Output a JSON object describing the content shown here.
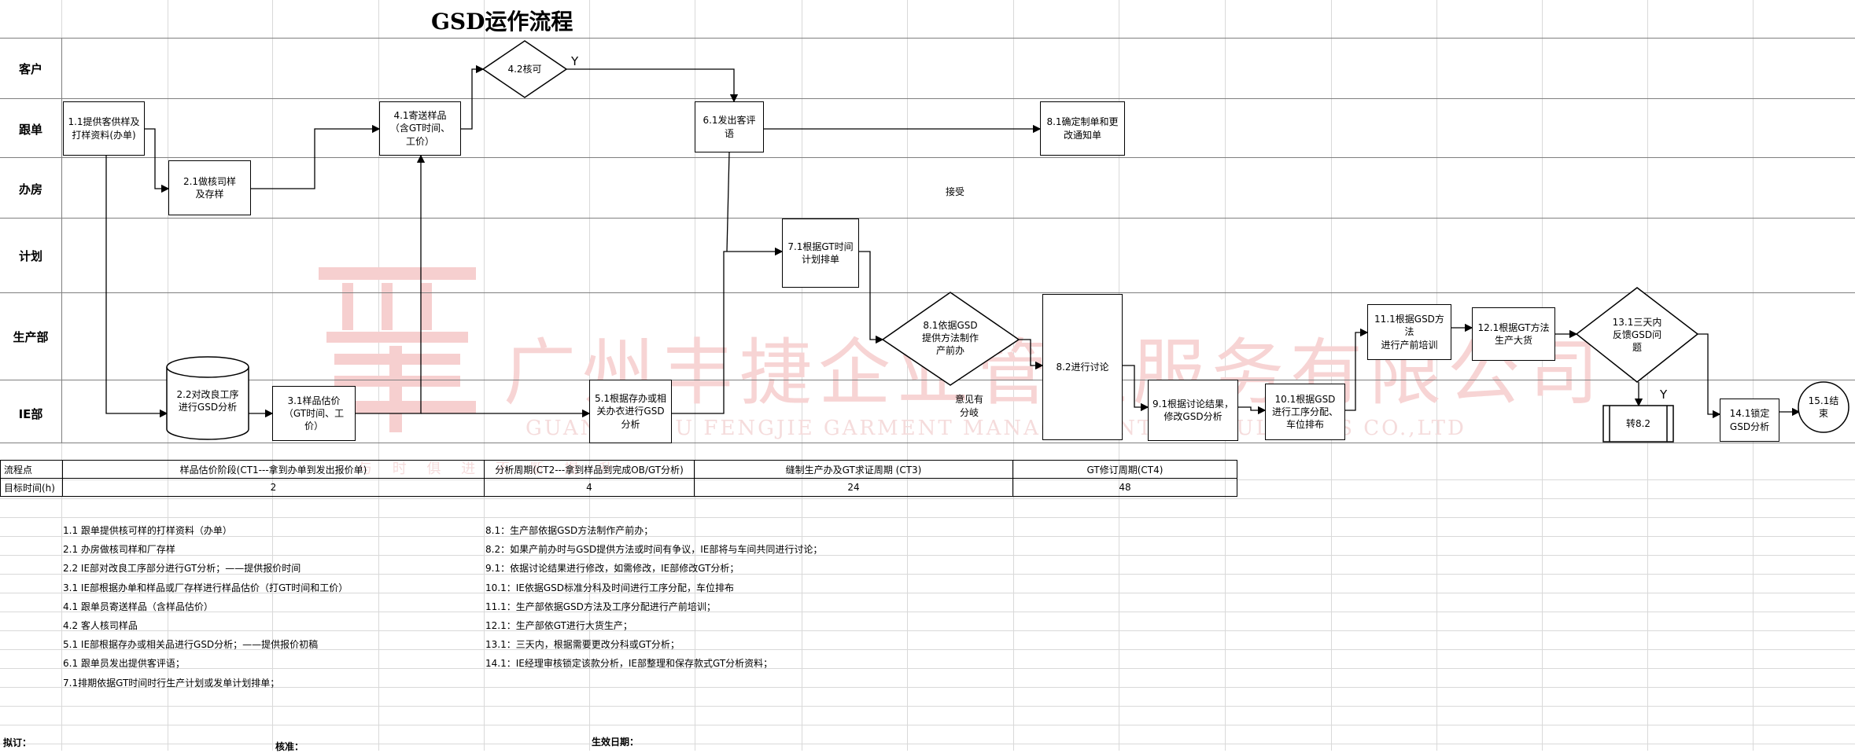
{
  "title": "GSD运作流程",
  "lanes": [
    "客户",
    "跟单",
    "办房",
    "计划",
    "生产部",
    "IE部"
  ],
  "nodes": {
    "n1_1": "1.1提供客供样及\n打样资料(办单)",
    "n2_1": "2.1做核司样\n及存样",
    "n2_2": "2.2对改良工序\n进行GSD分析",
    "n3_1": "3.1样品估价\n（GT时间、工\n价）",
    "n4_1": "4.1寄送样品\n（含GT时间、\n工价）",
    "n4_2": "4.2核可",
    "n5_1": "5.1根据存办或相\n关办衣进行GSD\n分析",
    "n6_1": "6.1发出客评\n语",
    "n7_1": "7.1根据GT时间\n计划排单",
    "n8_1": "8.1依据GSD\n提供方法制作\n产前办",
    "n8_1_confirm": "8.1确定制单和更\n改通知单",
    "n8_2": "8.2进行讨论",
    "n9_1": "9.1根据讨论结果，\n修改GSD分析",
    "n10_1": "10.1根据GSD\n进行工序分配、\n车位排布",
    "n11_1": "11.1根据GSD方法\n进行产前培训",
    "n12_1": "12.1根据GT方法\n生产大货",
    "n13_1": "13.1三天内\n反馈GSD问\n题",
    "n14_1": "14.1锁定\nGSD分析",
    "n15_1": "15.1结\n束",
    "goto8_2": "转8.2"
  },
  "edge_labels": {
    "yes1": "Y",
    "yes2": "Y",
    "accept": "接受",
    "disagree": "意见有\n分岐"
  },
  "watermark": {
    "company_cn": "广州丰捷企业管理服务有限公司",
    "company_en": "GUANGZHOU FENGJIE GARMENT MANAGEMENT CONSULTANTS CO.,LTD",
    "slogan": "与 时 俱 进 不 断 提 升"
  },
  "phase_table": {
    "row1_label": "流程点",
    "row2_label": "目标时间(h)",
    "phases": [
      {
        "name": "样品估价阶段(CT1---拿到办单到发出报价单)",
        "hours": "2"
      },
      {
        "name": "分析周期(CT2---拿到样品到完成OB/GT分析)",
        "hours": "4"
      },
      {
        "name": "缝制生产办及GT求证周期 (CT3)",
        "hours": "24"
      },
      {
        "name": "GT修订周期(CT4)",
        "hours": "48"
      }
    ]
  },
  "notes_left": [
    "1.1 跟单提供核可样的打样资料（办单）",
    "2.1 办房做核司样和厂存样",
    "2.2 IE部对改良工序部分进行GT分析；——提供报价时间",
    "3.1 IE部根据办单和样品或厂存样进行样品估价（打GT时间和工价）",
    "4.1 跟单员寄送样品（含样品估价）",
    "4.2 客人核司样品",
    "5.1 IE部根据存办或相关品进行GSD分析；——提供报价初稿",
    "6.1 跟单员发出提供客评语；",
    "7.1排期依据GT时间时行生产计划或发单计划排单；"
  ],
  "notes_right": [
    "8.1：生产部依据GSD方法制作产前办；",
    "8.2：如果产前办时与GSD提供方法或时间有争议，IE部将与车间共同进行讨论；",
    "9.1：依据讨论结果进行修改，如需修改，IE部修改GT分析；",
    "10.1：IE依据GSD标准分科及时间进行工序分配，车位排布",
    "11.1：生产部依据GSD方法及工序分配进行产前培训；",
    "12.1：生产部依GT进行大货生产；",
    "13.1：三天内，根据需要更改分科或GT分析；",
    "14.1：IE经理审核锁定该款分析，IE部整理和保存款式GT分析资料；"
  ],
  "footer": {
    "drafted": "拟订：",
    "reviewed": "核准：",
    "effective": "生效日期："
  }
}
